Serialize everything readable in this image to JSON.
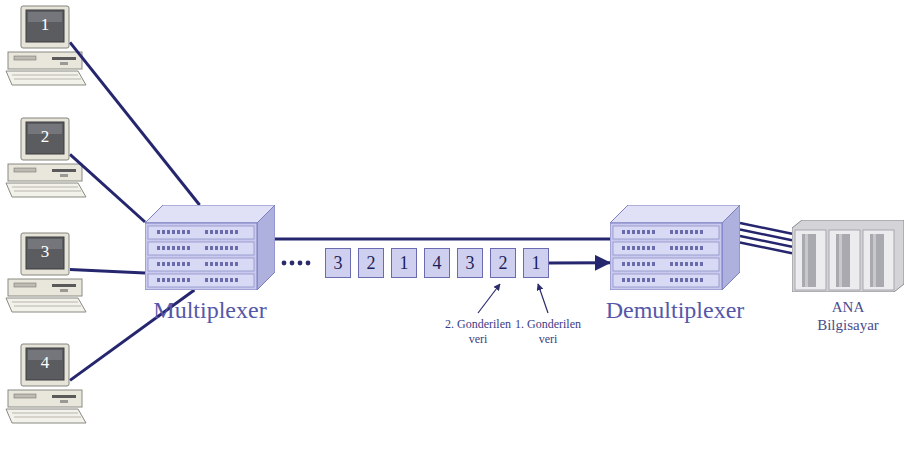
{
  "diagram": {
    "nodes": [
      {
        "text": [
          "1"
        ]
      },
      {
        "text": [
          "2"
        ]
      },
      {
        "text": [
          "3"
        ]
      },
      {
        "text": [
          "4"
        ]
      },
      {
        "text": [
          "Multiplexer"
        ]
      },
      {
        "text": [
          "3"
        ]
      },
      {
        "text": [
          "2"
        ]
      },
      {
        "text": [
          "1"
        ]
      },
      {
        "text": [
          "4"
        ]
      },
      {
        "text": [
          "3"
        ]
      },
      {
        "text": [
          "2"
        ]
      },
      {
        "text": [
          "1"
        ]
      },
      {
        "text": [
          "Demultiplexer"
        ]
      },
      {
        "text": [
          "ANA Bilgisayar"
        ]
      }
    ],
    "edges": [
      {
        "from": 0,
        "to": 4,
        "arrow": "none"
      },
      {
        "from": 1,
        "to": 4,
        "arrow": "none"
      },
      {
        "from": 2,
        "to": 4,
        "arrow": "none"
      },
      {
        "from": 3,
        "to": 4,
        "arrow": "none"
      },
      {
        "from": 4,
        "to": 12,
        "arrow": "none"
      },
      {
        "from": 11,
        "to": 12,
        "arrow": "to"
      },
      {
        "from": 12,
        "to": 13,
        "arrow": "none"
      }
    ],
    "labels": [
      "2. Gonderilen veri",
      "1. Gonderilen veri"
    ]
  }
}
